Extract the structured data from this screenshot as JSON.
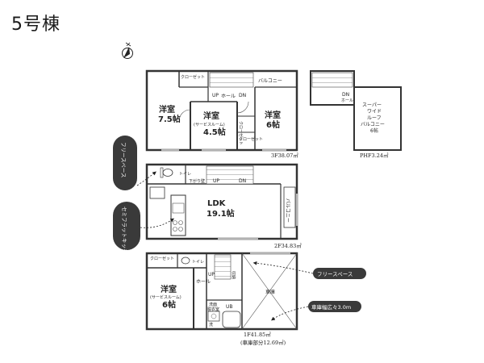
{
  "building": {
    "title": "5号棟"
  },
  "floor3": {
    "room_west": {
      "name": "洋室",
      "size": "7.5帖"
    },
    "room_center": {
      "name": "洋室",
      "note": "(サービスルーム)",
      "size": "4.5帖"
    },
    "room_east": {
      "name": "洋室",
      "size": "6帖"
    },
    "closet_top": "クローゼット",
    "closet_mid": "クローゼット",
    "closet_small": "クローゼット",
    "hall": "ホール",
    "balcony": "バルコニー",
    "stair_up": "UP",
    "stair_dn": "DN",
    "area": "3F38.07㎡"
  },
  "penthouse": {
    "stair_dn": "DN",
    "hall": "ホール",
    "super_balcony_lines": [
      "スーパー",
      "ワイド",
      "ルーフ",
      "バルコニー"
    ],
    "super_balcony_size": "6帖",
    "area": "PHF3.24㎡"
  },
  "floor2": {
    "ldk": {
      "name": "LDK",
      "size": "19.1帖"
    },
    "balcony": "バルコニー",
    "toilet": "トイレ",
    "storage_note": "下がり壁",
    "stair_up": "UP",
    "stair_dn": "DN",
    "free_space_label": "フリースペース",
    "kitchen_label": "セミフラットキッチン",
    "area": "2F34.83㎡"
  },
  "floor1": {
    "room": {
      "name": "洋室",
      "note": "(サービスルーム)",
      "size": "6帖"
    },
    "closet": "クローゼット",
    "toilet": "トイレ",
    "hall": "ホール",
    "stair_up": "UP",
    "storage": "収納",
    "washroom_lines": [
      "洗面",
      "脱衣室"
    ],
    "bath": "UB",
    "laundry": "洗",
    "garage": "車庫",
    "free_space_label": "フリースペース",
    "garage_callout": "車庫幅広々3.0m",
    "area": "1F41.85㎡",
    "garage_area": "(車庫部分12.69㎡)"
  },
  "icons": {
    "north": "north-arrow-icon"
  },
  "colors": {
    "callout_fill": "#3a3a3a",
    "callout_text": "#ffffff",
    "wall": "#333333"
  }
}
